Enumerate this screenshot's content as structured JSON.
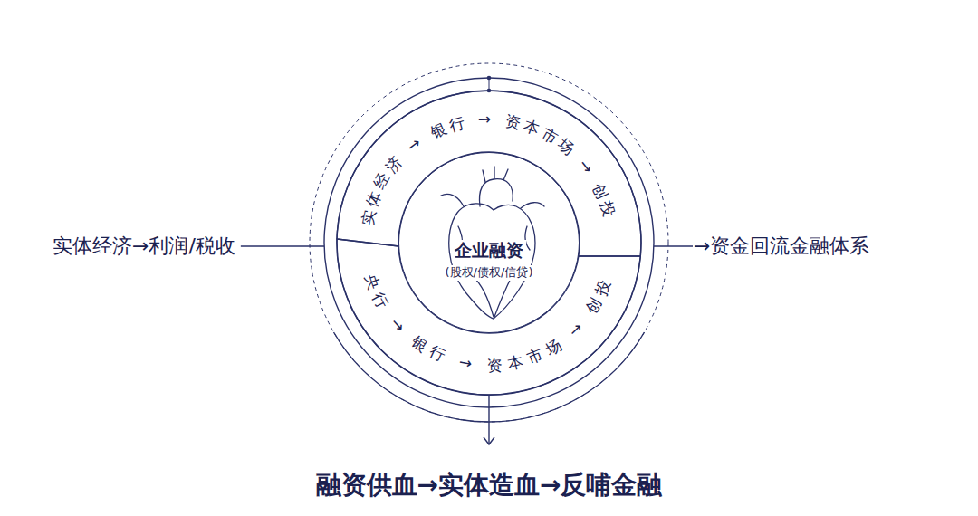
{
  "diagram": {
    "caption": "融资供血→实体造血→反哺金融",
    "nodes": [
      {
        "text": [
          "实体经济 → 银行 → 资本市场 → 创投"
        ]
      },
      {
        "text": [
          "企业融资",
          "(股权/债权/信贷)"
        ]
      },
      {
        "text": [
          "央行 → 银行 → 资本市场 → 创投"
        ]
      }
    ],
    "labels": [
      "实体经济→利润/税收",
      "→资金回流金融体系"
    ]
  }
}
